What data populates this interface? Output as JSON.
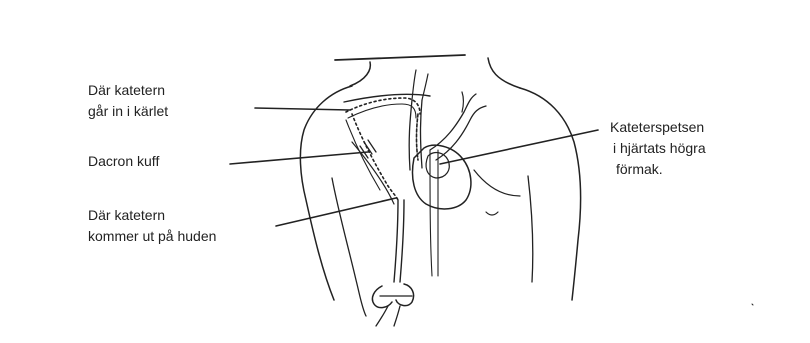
{
  "labels": {
    "entry": [
      "Där katetern",
      "går in i kärlet"
    ],
    "cuff": "Dacron kuff",
    "exit": [
      "Där katetern",
      "kommer ut på huden"
    ],
    "tip": [
      "Kateterspetsen",
      "i hjärtats högra",
      "förmak."
    ]
  },
  "colors": {
    "ink": "#222222",
    "background": "#ffffff"
  }
}
